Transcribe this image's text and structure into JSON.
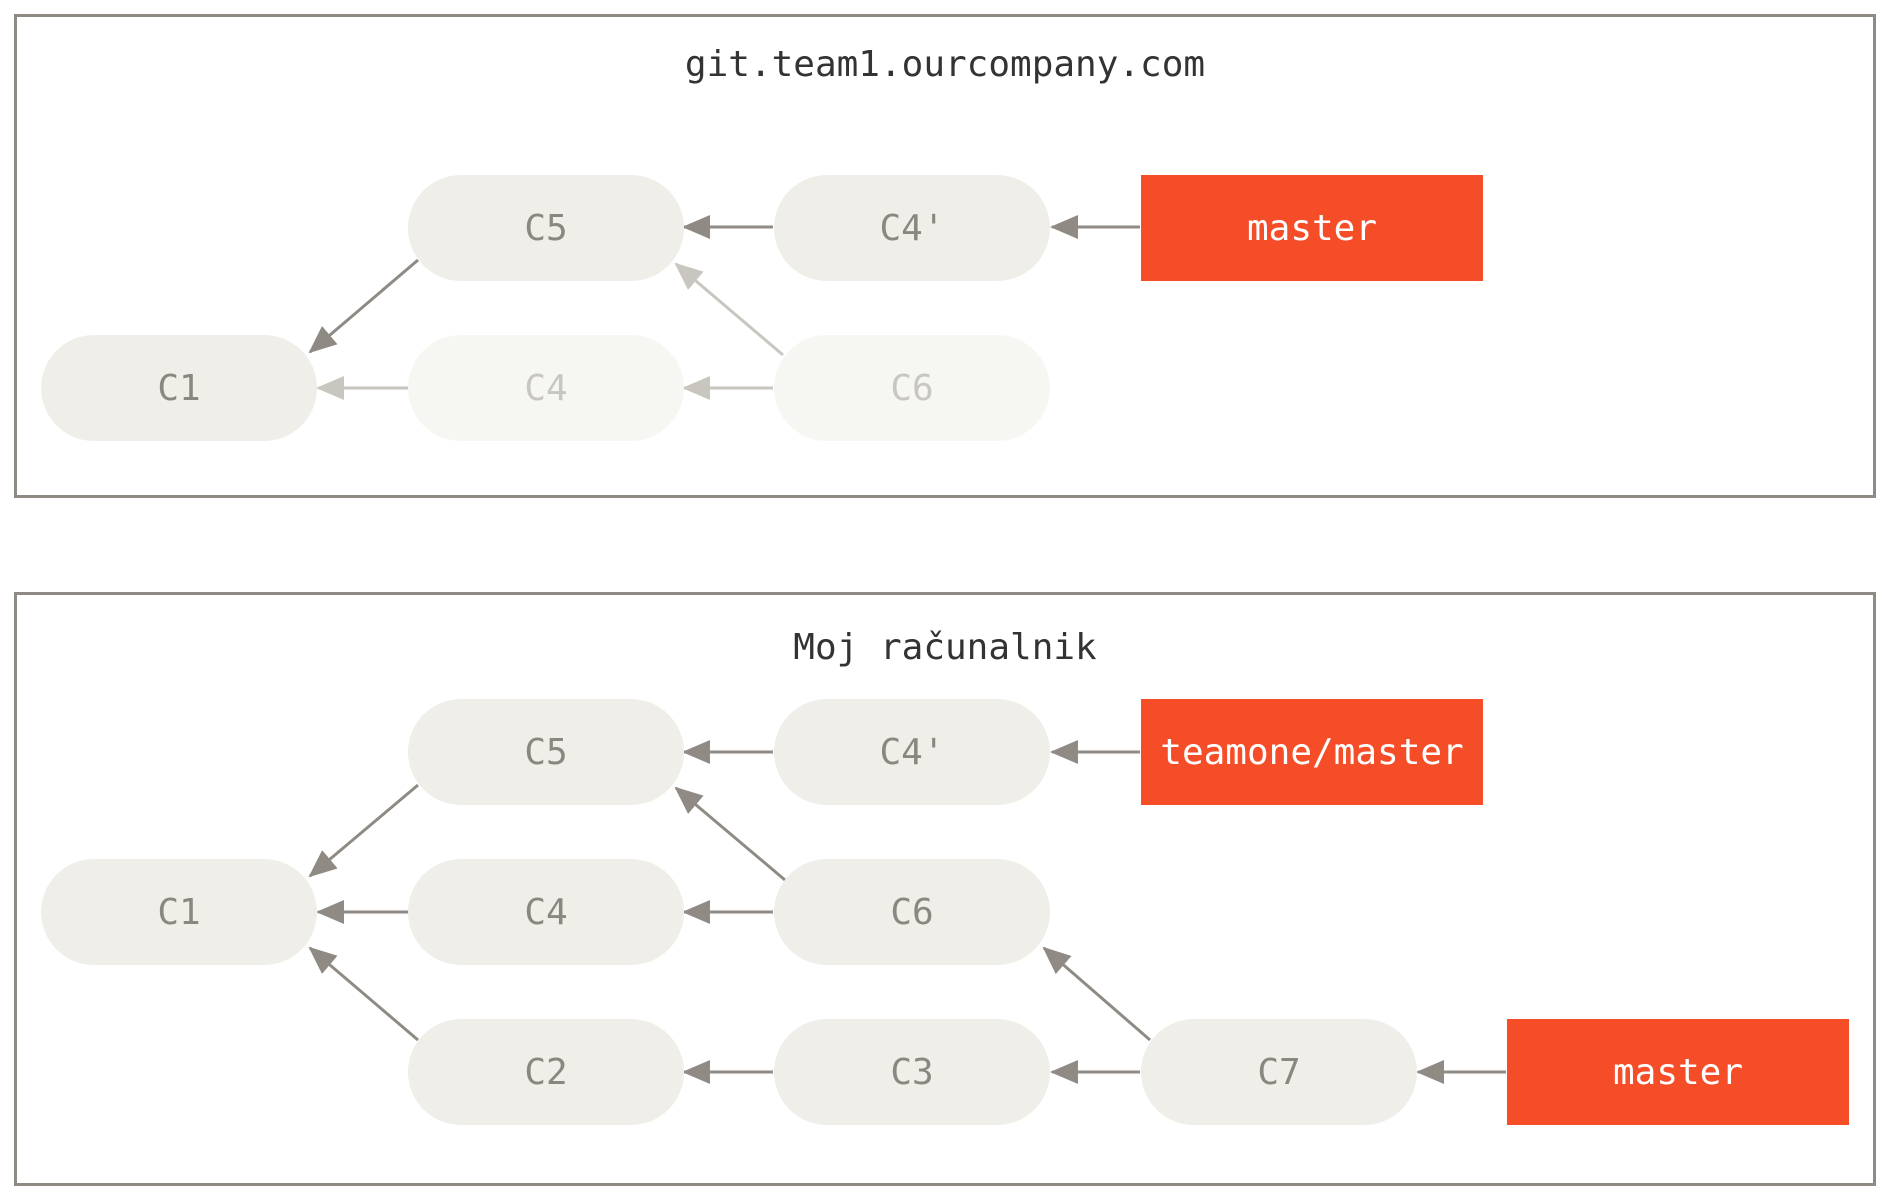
{
  "remote": {
    "title": "git.team1.ourcompany.com",
    "commits": {
      "c5": "C5",
      "c4p": "C4'",
      "c1": "C1",
      "c4": "C4",
      "c6": "C6"
    },
    "refs": {
      "master": "master"
    }
  },
  "local": {
    "title": "Moj računalnik",
    "commits": {
      "c5": "C5",
      "c4p": "C4'",
      "c1": "C1",
      "c4": "C4",
      "c6": "C6",
      "c2": "C2",
      "c3": "C3",
      "c7": "C7"
    },
    "refs": {
      "teamone_master": "teamone/master",
      "master": "master"
    }
  },
  "colors": {
    "commit_fill": "#efeee8",
    "commit_text": "#8c8680",
    "faded_commit_fill": "#f6f6f3",
    "faded_commit_text": "#c9c6c0",
    "ref_fill": "#f44d27",
    "ref_text": "#ffffff",
    "arrow": "#8f8a84",
    "faded_arrow": "#c9c6c0",
    "border": "#8f8a84"
  }
}
